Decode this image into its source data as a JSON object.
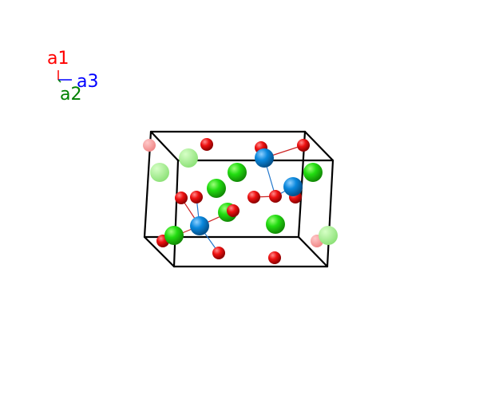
{
  "axes": {
    "a1": {
      "label": "a1",
      "color": "#ff0000"
    },
    "a2": {
      "label": "a2",
      "color": "#008000"
    },
    "a3": {
      "label": "a3",
      "color": "#0000ff"
    }
  },
  "colors": {
    "oxygen": "#ee1111",
    "large_cation": "#22dd11",
    "small_cation": "#0a88dd",
    "cell_edge": "#000000"
  }
}
